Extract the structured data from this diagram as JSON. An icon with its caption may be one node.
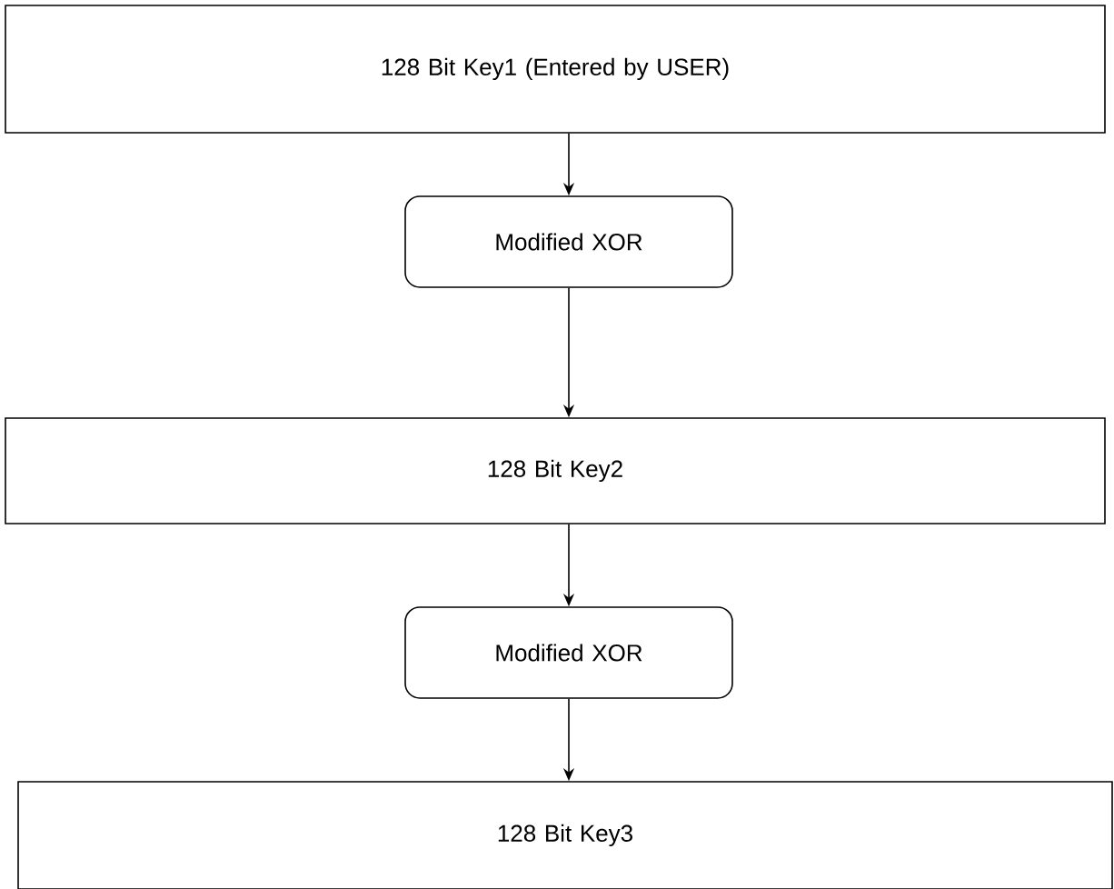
{
  "diagram": {
    "nodes": [
      {
        "text": [
          "128 Bit Key1 (Entered by USER)"
        ]
      },
      {
        "text": [
          "Modified XOR"
        ]
      },
      {
        "text": [
          "128 Bit Key2"
        ]
      },
      {
        "text": [
          "Modified XOR"
        ]
      },
      {
        "text": [
          "128 Bit Key3"
        ]
      }
    ],
    "edges": [
      {
        "from": 0,
        "to": 1,
        "arrow": "to"
      },
      {
        "from": 1,
        "to": 2,
        "arrow": "to"
      },
      {
        "from": 2,
        "to": 3,
        "arrow": "to"
      },
      {
        "from": 3,
        "to": 4,
        "arrow": "to"
      }
    ]
  }
}
